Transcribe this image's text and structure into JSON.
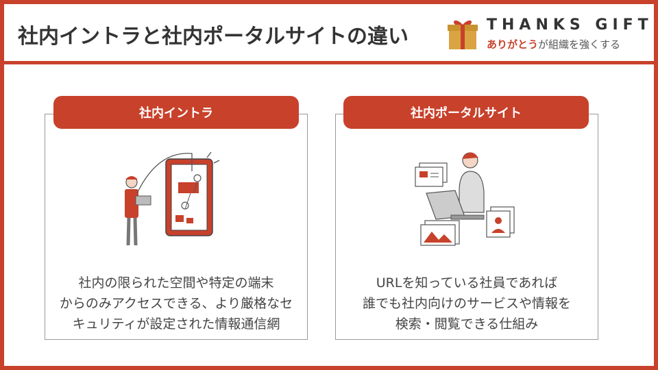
{
  "header": {
    "title": "社内イントラと社内ポータルサイトの違い",
    "logo": {
      "brand": "THANKS GIFT",
      "tagline_accent": "ありがとう",
      "tagline_rest": "が組織を強くする"
    }
  },
  "cards": [
    {
      "heading": "社内イントラ",
      "icon": "intranet-illustration",
      "lines": [
        "社内の限られた空間や特定の端末",
        "からのみアクセスできる、より厳格なセ",
        "キュリティが設定された情報通信網"
      ]
    },
    {
      "heading": "社内ポータルサイト",
      "icon": "portal-illustration",
      "lines": [
        "URLを知っている社員であれば",
        "誰でも社内向けのサービスや情報を",
        "検索・閲覧できる仕組み"
      ]
    }
  ],
  "colors": {
    "accent": "#c8412b",
    "border": "#9a9a9a",
    "text": "#444444"
  }
}
